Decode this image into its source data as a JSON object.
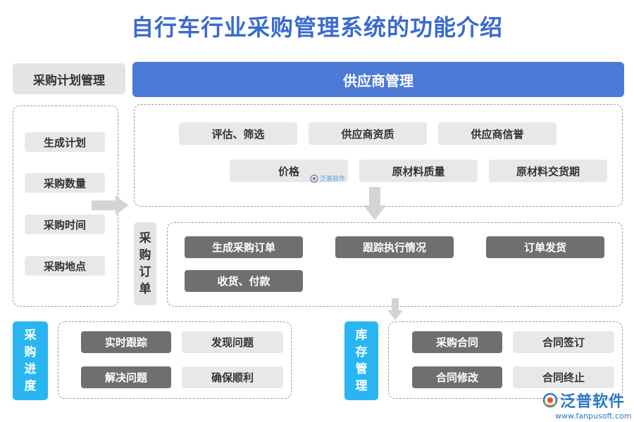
{
  "title": "自行车行业采购管理系统的功能介绍",
  "plan": {
    "header": "采购计划管理",
    "items": [
      "生成计划",
      "采购数量",
      "采购时间",
      "采购地点"
    ]
  },
  "supplier": {
    "header": "供应商管理",
    "items": [
      "评估、筛选",
      "供应商资质",
      "供应商信誉",
      "价格",
      "原材料质量",
      "原材料交货期"
    ]
  },
  "order": {
    "label": "采购订单",
    "items": [
      "生成采购订单",
      "跟踪执行情况",
      "订单发货",
      "收货、付款"
    ]
  },
  "progress": {
    "label": "采购进度",
    "items": [
      "实时跟踪",
      "发现问题",
      "解决问题",
      "确保顺利"
    ]
  },
  "inventory": {
    "label": "库存管理",
    "items": [
      "采购合同",
      "合同签订",
      "合同修改",
      "合同终止"
    ]
  },
  "watermark": {
    "small": "泛普软件"
  },
  "logo": {
    "text": "泛普软件",
    "url": "www.fanpusoft.com"
  },
  "colors": {
    "title": "#3a6ad0",
    "header_blue": "#4b79d6",
    "cyan": "#29b6f0",
    "dark_pill": "#6f6f6f",
    "light_pill": "#e8e8e8"
  }
}
